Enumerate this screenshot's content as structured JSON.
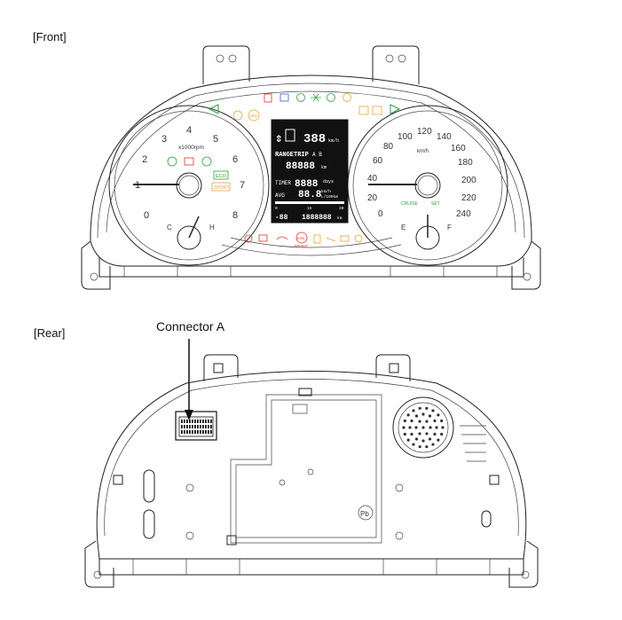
{
  "labels": {
    "front": "[Front]",
    "rear": "[Rear]",
    "connector": "Connector A",
    "recycle_mark": "Pb"
  },
  "tacho": {
    "unit": "x1000rpm",
    "ticks": [
      "0",
      "1",
      "2",
      "3",
      "4",
      "5",
      "6",
      "7",
      "8"
    ],
    "temp_cold": "C",
    "temp_hot": "H",
    "eco": "ECO",
    "sport": "SPORT"
  },
  "speedo": {
    "unit": "km/h",
    "ticks": [
      "0",
      "20",
      "40",
      "60",
      "80",
      "100",
      "120",
      "140",
      "160",
      "180",
      "200",
      "220",
      "240"
    ],
    "fuel_empty": "E",
    "fuel_full": "F",
    "cruise": "CRUISE",
    "set": "SET"
  },
  "lcd": {
    "speed": "388",
    "speed_unit": "km/h",
    "range_trip": "RANGETRIP",
    "trip_ab": "A B",
    "odo_big": "88888",
    "odo_unit": "km",
    "timer_label": "TIMER",
    "timer_value": "8888",
    "timer_unit": "days",
    "avg_label": "AVG",
    "avg_value": "88.8",
    "avg_unit": "km/h",
    "avg_unit2": "L/100km",
    "bar_0": "0",
    "bar_15": "15",
    "bar_30": "30",
    "temp": "-88",
    "odometer": "1888888",
    "odometer_unit": "km"
  },
  "warning": {
    "abs": "ABS",
    "brake": "BRAKE",
    "epb": "EPB"
  }
}
